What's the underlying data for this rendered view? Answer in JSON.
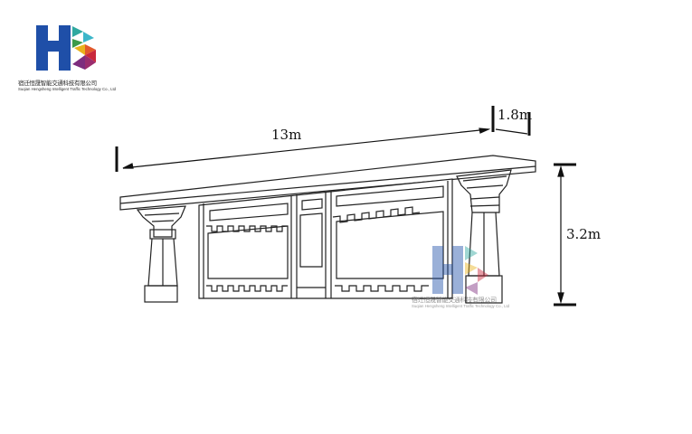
{
  "logo": {
    "company_cn": "宿迁恒晟智能交通科技有限公司",
    "company_en": "Suqian Hengsheng Intelligent Traffic Technology Co., Ltd",
    "brand_colors": [
      "#1f4fa8",
      "#2fa8a0",
      "#e9b21c",
      "#e2592b",
      "#c9283c",
      "#7d2d7e",
      "#3c9a4a"
    ]
  },
  "dimensions": {
    "length": "13m",
    "depth": "1.8m",
    "height": "3.2m"
  }
}
